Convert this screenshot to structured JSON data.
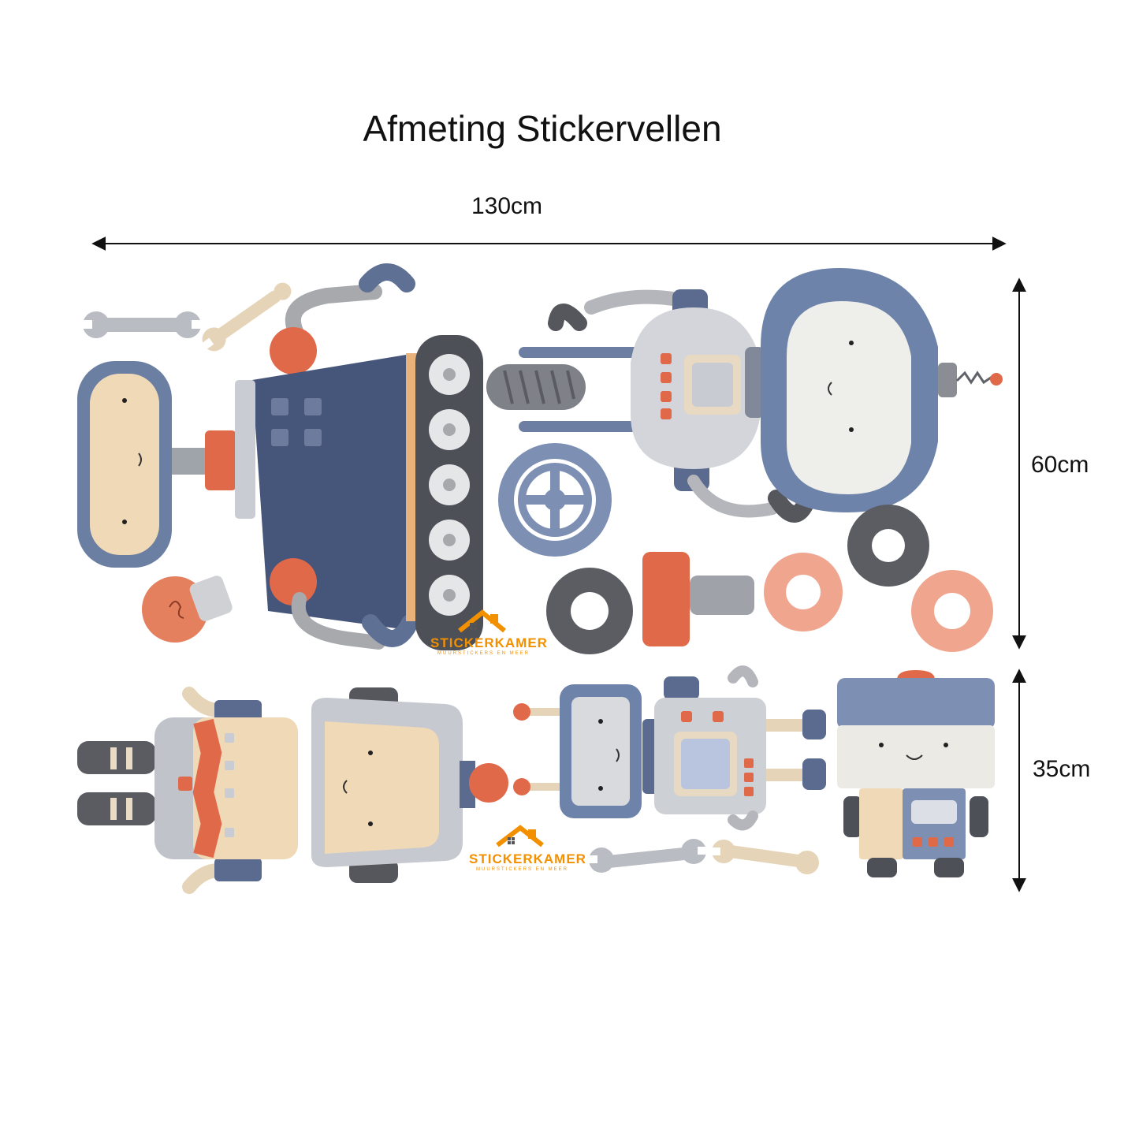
{
  "title": "Afmeting Stickervellen",
  "dimensions": {
    "width": "130cm",
    "height_top": "60cm",
    "height_bottom": "35cm"
  },
  "brand": {
    "name": "STICKERKAMER",
    "tagline": "MUURSTICKERS EN MEER",
    "color": "#f39000"
  },
  "colors": {
    "navy": "#4b5a7c",
    "steel_blue": "#7e93b8",
    "orange_red": "#e0694a",
    "cream": "#f2dcbc",
    "grey": "#a7a9ad",
    "dark_grey": "#5b5d63"
  }
}
